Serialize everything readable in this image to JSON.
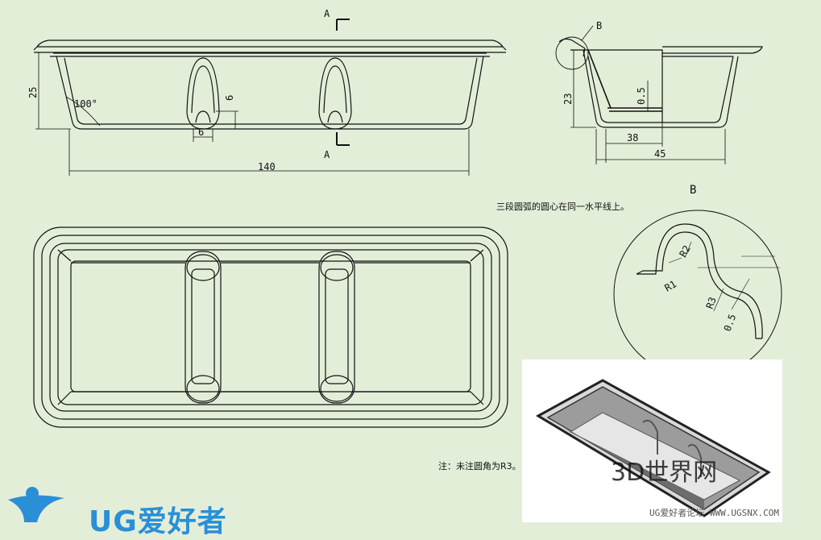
{
  "front_view": {
    "section_label_top": "A",
    "section_label_bottom": "A",
    "dim_height": "25",
    "dim_angle": "100°",
    "dim_rib_height": "6",
    "dim_rib_width": "6",
    "dim_length": "140"
  },
  "side_view": {
    "detail_callout": "B",
    "dim_height": "23",
    "dim_wall": "0.5",
    "dim_inner": "38",
    "dim_outer": "45"
  },
  "detail_view": {
    "title": "B",
    "note": "三段圆弧的圆心在同一水平线上。",
    "r1": "R1",
    "r2": "R2",
    "r3": "R3",
    "thickness": "0.5"
  },
  "general_note": "注：未注圆角为R3。",
  "watermark": {
    "caption": "UG爱好者论坛 WWW.UGSNX.COM",
    "logo_text": "UG爱好者",
    "faint_mark": "3D世界网"
  },
  "colors": {
    "background": "#e3eed9",
    "line": "#111111",
    "logo": "#2a8fd6"
  }
}
